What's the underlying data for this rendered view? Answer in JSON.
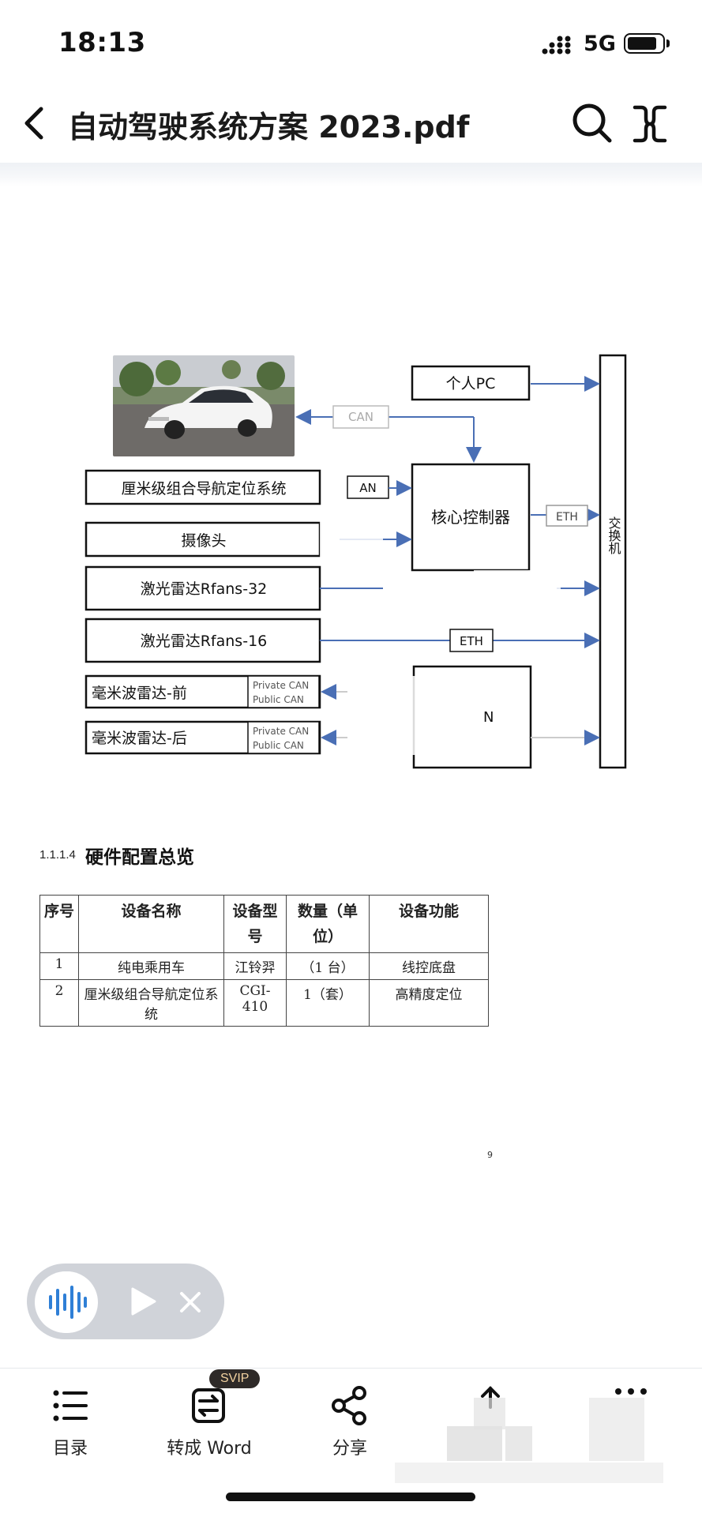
{
  "status_bar": {
    "time": "18:13",
    "network": "5G"
  },
  "header": {
    "title": "自动驾驶系统方案 2023.pdf"
  },
  "diagram": {
    "nodes": {
      "pc": "个人PC",
      "controller": "核心控制器",
      "switch": "交换机",
      "gnss": "厘米级组合导航定位系统",
      "camera": "摄像头",
      "lidar32": "激光雷达Rfans-32",
      "lidar16": "激光雷达Rfans-16",
      "radar_front": "毫米波雷达-前",
      "radar_rear": "毫米波雷达-后",
      "private_can": "Private CAN",
      "public_can": "Public CAN",
      "gateway_partial": "N"
    },
    "links": {
      "can_top": "CAN",
      "can_gnss": "AN",
      "eth_ctrl": "ETH",
      "eth_lidar": "ETH"
    }
  },
  "section": {
    "number": "1.1.1.4",
    "title": "硬件配置总览"
  },
  "table": {
    "headers": [
      "序号",
      "设备名称",
      "设备型号",
      "数量（单位）",
      "设备功能"
    ],
    "rows": [
      [
        "1",
        "纯电乘用车",
        "江铃羿",
        "（1 台）",
        "线控底盘"
      ],
      [
        "2",
        "厘米级组合导航定位系统",
        "CGI-410",
        "1（套）",
        "高精度定位"
      ]
    ]
  },
  "page_number": "9",
  "toolbar": {
    "items": [
      {
        "label": "目录",
        "icon": "list-icon"
      },
      {
        "label": "转成 Word",
        "icon": "convert-word-icon",
        "badge": "SVIP"
      },
      {
        "label": "分享",
        "icon": "share-icon"
      },
      {
        "label": "",
        "icon": "upload-icon"
      },
      {
        "label": "",
        "icon": "more-icon"
      }
    ]
  },
  "colors": {
    "arrow": "#4a6fb5",
    "toolbar_bg": "#ffffff",
    "player_bg": "#d0d3d9",
    "wave": "#2f7fd6",
    "badge_bg": "#2e2a28",
    "badge_text": "#f2d2a0"
  }
}
